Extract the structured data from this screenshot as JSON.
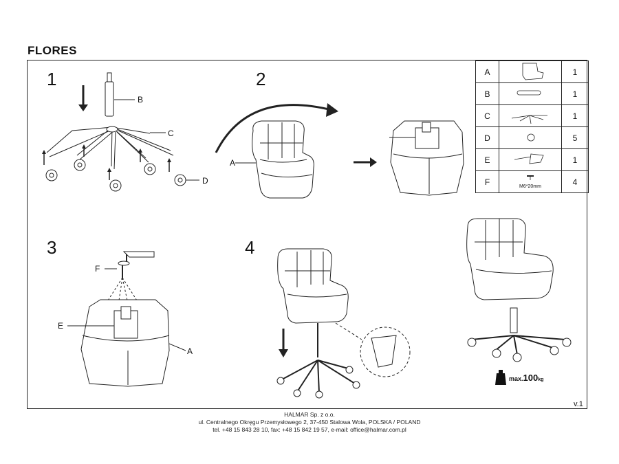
{
  "title": "FLORES",
  "steps": [
    "1",
    "2",
    "3",
    "4"
  ],
  "labels": {
    "b": "B",
    "c": "C",
    "d": "D",
    "a2": "A",
    "f": "F",
    "e": "E",
    "a3": "A"
  },
  "parts": [
    {
      "letter": "A",
      "qty": "1",
      "icon": "chair-seat-icon"
    },
    {
      "letter": "B",
      "qty": "1",
      "icon": "gas-lift-icon"
    },
    {
      "letter": "C",
      "qty": "1",
      "icon": "star-base-icon"
    },
    {
      "letter": "D",
      "qty": "5",
      "icon": "caster-icon"
    },
    {
      "letter": "E",
      "qty": "1",
      "icon": "mechanism-icon"
    },
    {
      "letter": "F",
      "qty": "4",
      "icon": "screw-icon",
      "size": "M6*20mm"
    }
  ],
  "max_load": {
    "prefix": "max.",
    "value": "100",
    "unit": "kg"
  },
  "version": "v.1",
  "footer": {
    "company": "HALMAR Sp. z o.o.",
    "address": "ul. Centralnego Okręgu Przemysłowego 2, 37-450 Stalowa Wola, POLSKA / POLAND",
    "contact": "tel. +48 15 843 28 10, fax: +48 15 842 19 57, e-mail: office@halmar.com.pl"
  }
}
